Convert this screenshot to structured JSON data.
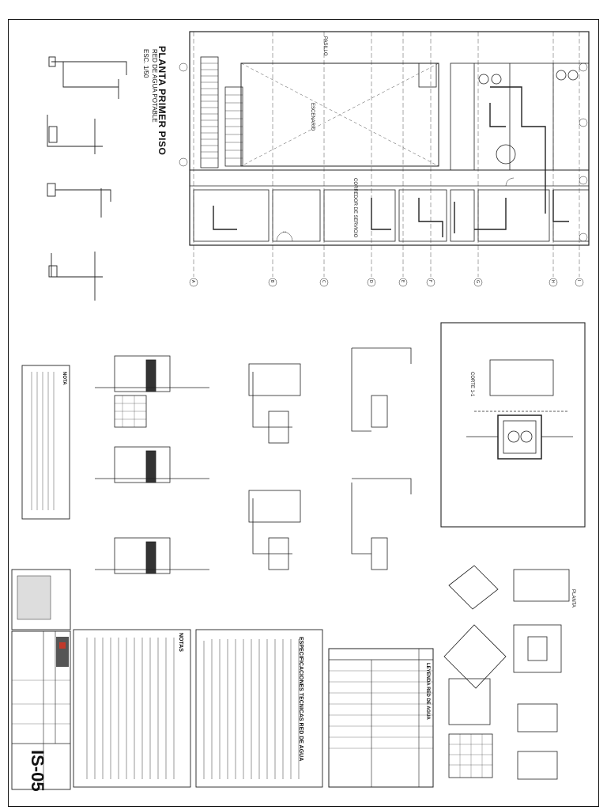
{
  "sheet": {
    "plan_title": "PLANTA PRIMER PISO",
    "plan_subtitle": "RED DE AGUA POTABLE",
    "plan_scale": "ESC. 1/50",
    "sheet_number": "IS-05"
  },
  "plan_labels": {
    "corridor": "CORREDOR DE SERVICIO",
    "foyer": "ESCENARIO",
    "stage": "PASILLO"
  },
  "grid_axes": [
    "A",
    "B",
    "C",
    "D",
    "E",
    "F",
    "G",
    "H",
    "I"
  ],
  "notes": {
    "heading": "NOTAS",
    "small_heading": "NOTA"
  },
  "specs": {
    "heading": "ESPECIFICACIONES TECNICAS RED DE AGUA"
  },
  "legend": {
    "heading": "LEYENDA RED DE AGUA"
  },
  "details": {
    "cut": "CORTE 1-1",
    "plan": "PLANTA"
  }
}
